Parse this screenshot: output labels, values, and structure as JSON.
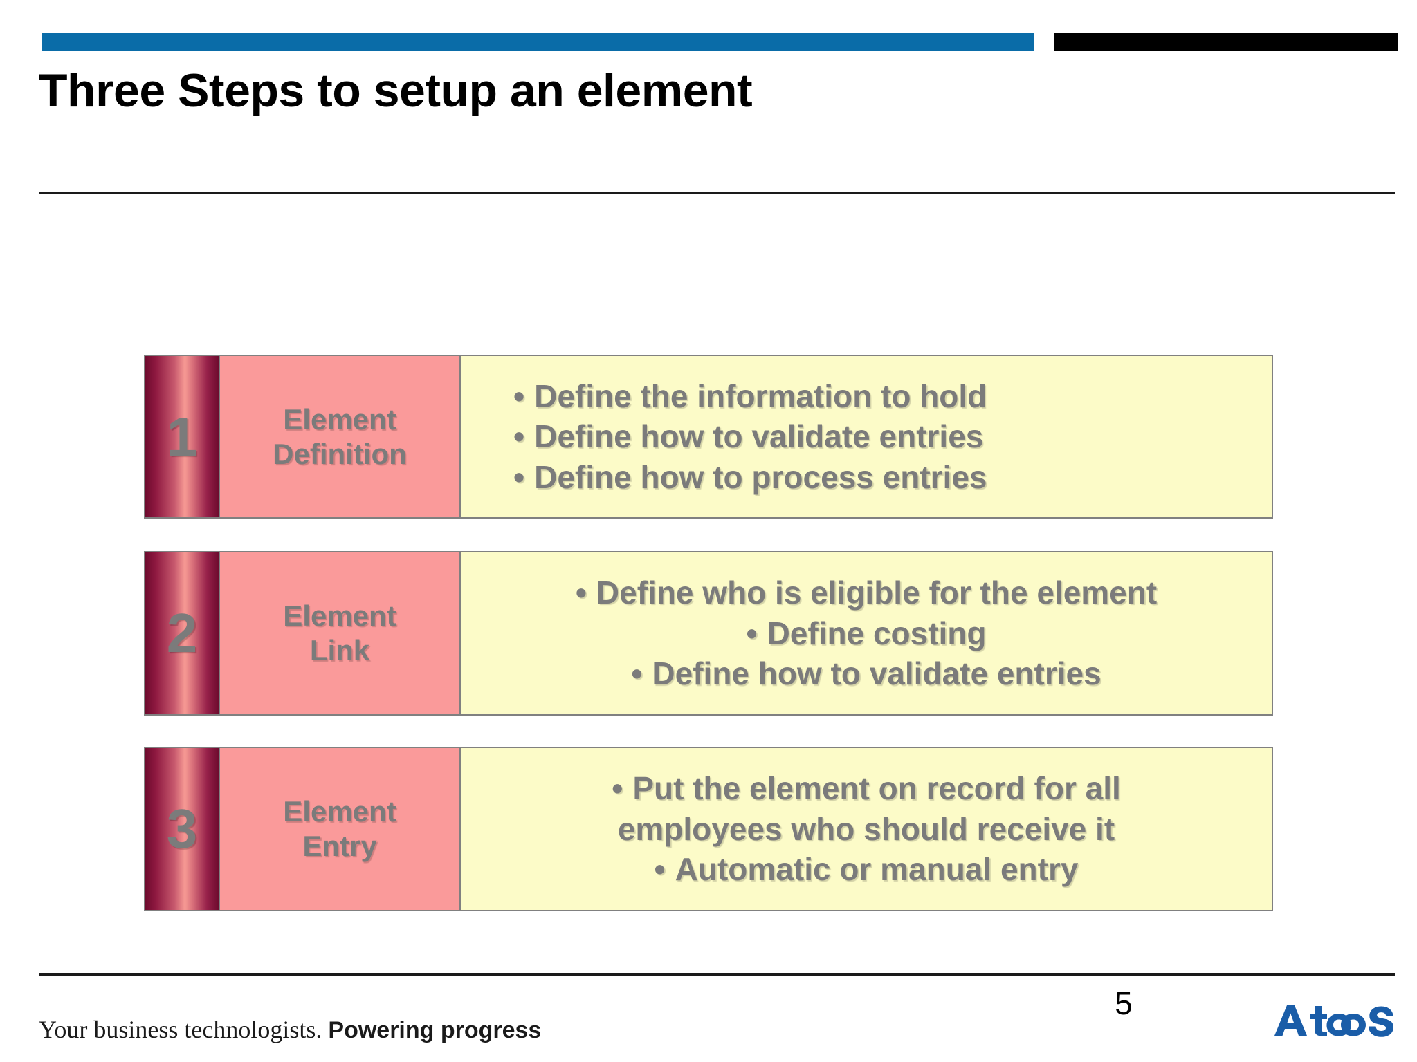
{
  "slide": {
    "title": "Three Steps to setup an element",
    "page_number": "5",
    "accent_blue": "#0A6CA8",
    "accent_black": "#000000",
    "pink_label_bg": "#FA9A9A",
    "yellow_bullet_bg": "#FCFBC8",
    "text_gray": "#7B7B7B",
    "strip_gradient_dark": "#6E0B2E",
    "strip_gradient_light": "#F79A94"
  },
  "steps": [
    {
      "number": "1",
      "label_line1": "Element",
      "label_line2": "Definition",
      "bullets": [
        {
          "marker": "•",
          "text": "Define the information to hold"
        },
        {
          "marker": "•",
          "text": "Define how to validate entries"
        },
        {
          "marker": "•",
          "text": "Define how to process entries"
        }
      ]
    },
    {
      "number": "2",
      "label_line1": "Element",
      "label_line2": "Link",
      "bullets": [
        {
          "marker": "•",
          "text": "Define who is eligible for the element"
        },
        {
          "marker": "•",
          "text": "Define costing"
        },
        {
          "marker": "•",
          "text": "Define how to validate entries"
        }
      ]
    },
    {
      "number": "3",
      "label_line1": "Element",
      "label_line2": "Entry",
      "bullets": [
        {
          "marker": "•",
          "text": "Put the element on record for all"
        },
        {
          "marker": "",
          "text": "employees who should receive it"
        },
        {
          "marker": "•",
          "text": "Automatic or manual entry"
        }
      ]
    }
  ],
  "footer": {
    "tagline_light": "Your business technologists.",
    "tagline_bold": "Powering progress",
    "logo_name": "Atos",
    "logo_color": "#1A5DA8"
  }
}
